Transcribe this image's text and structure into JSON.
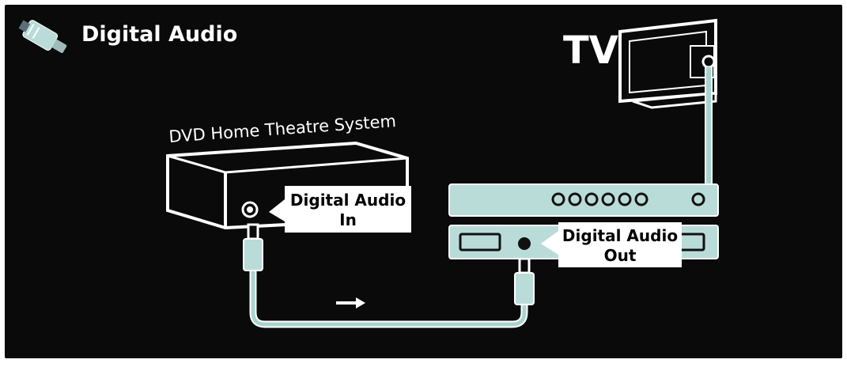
{
  "header": {
    "title": "Digital Audio",
    "icon": "cable-plug-icon"
  },
  "tv": {
    "label": "TV"
  },
  "dvd": {
    "label": "DVD Home Theatre System"
  },
  "callout_in": {
    "line1": "Digital Audio",
    "line2": "In"
  },
  "callout_out": {
    "line1": "Digital Audio",
    "line2": "Out"
  },
  "signal": {
    "direction_icon": "arrow-right-icon"
  },
  "colors": {
    "background": "#0a0a0a",
    "panel": "#b9dcd8",
    "panel_stroke": "#ffffff",
    "cable": "#a8d4cf",
    "label": "#ffffff",
    "callout_bg": "#ffffff",
    "callout_text": "#000000",
    "frame": "#ffffff"
  }
}
